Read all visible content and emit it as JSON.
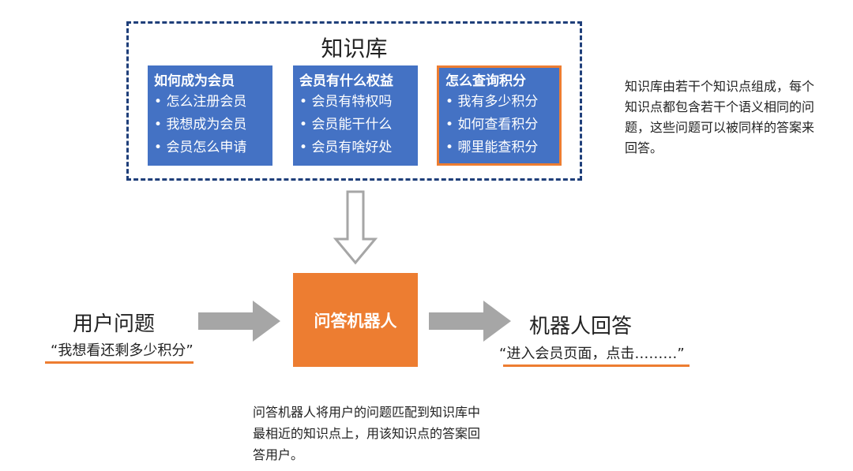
{
  "knowledge_base": {
    "title": "知识库",
    "cards": [
      {
        "title": "如何成为会员",
        "items": [
          "怎么注册会员",
          "我想成为会员",
          "会员怎么申请"
        ]
      },
      {
        "title": "会员有什么权益",
        "items": [
          "会员有特权吗",
          "会员能干什么",
          "会员有啥好处"
        ]
      },
      {
        "title": "怎么查询积分",
        "items": [
          "我有多少积分",
          "如何查看积分",
          "哪里能查积分"
        ],
        "highlighted": true
      }
    ],
    "description": "知识库由若干个知识点组成，每个知识点都包含若干个语义相同的问题，这些问题可以被同样的答案来回答。"
  },
  "user_question": {
    "label": "用户问题",
    "example": "“我想看还剩多少积分”"
  },
  "robot": {
    "label": "问答机器人",
    "description": "问答机器人将用户的问题匹配到知识库中最相近的知识点上，用该知识点的答案回答用户。"
  },
  "robot_answer": {
    "label": "机器人回答",
    "example": "“进入会员页面，点击………”"
  },
  "colors": {
    "card_blue": "#4472c4",
    "accent_orange": "#ed7d31",
    "arrow_gray": "#a6a6a6",
    "frame_navy": "#1f3f7a"
  }
}
